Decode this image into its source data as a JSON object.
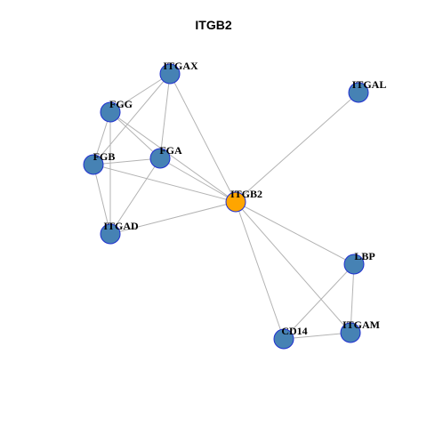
{
  "title": "ITGB2",
  "colors": {
    "node": "#4682b4",
    "hub": "#ffa500",
    "border": "#1f2fd0",
    "edge": "#b3b3b3"
  },
  "nodes": [
    {
      "id": "ITGAX",
      "label": "ITGAX",
      "hub": false
    },
    {
      "id": "ITGAL",
      "label": "ITGAL",
      "hub": false
    },
    {
      "id": "FGG",
      "label": "FGG",
      "hub": false
    },
    {
      "id": "FGA",
      "label": "FGA",
      "hub": false
    },
    {
      "id": "FGB",
      "label": "FGB",
      "hub": false
    },
    {
      "id": "ITGB2",
      "label": "ITGB2",
      "hub": true
    },
    {
      "id": "ITGAD",
      "label": "ITGAD",
      "hub": false
    },
    {
      "id": "LBP",
      "label": "LBP",
      "hub": false
    },
    {
      "id": "ITGAM",
      "label": "ITGAM",
      "hub": false
    },
    {
      "id": "CD14",
      "label": "CD14",
      "hub": false
    }
  ],
  "edges": [
    [
      "ITGAX",
      "FGG"
    ],
    [
      "ITGAX",
      "FGA"
    ],
    [
      "ITGAX",
      "FGB"
    ],
    [
      "ITGAX",
      "ITGB2"
    ],
    [
      "FGG",
      "FGA"
    ],
    [
      "FGG",
      "FGB"
    ],
    [
      "FGG",
      "ITGB2"
    ],
    [
      "FGG",
      "ITGAD"
    ],
    [
      "FGA",
      "FGB"
    ],
    [
      "FGA",
      "ITGB2"
    ],
    [
      "FGA",
      "ITGAD"
    ],
    [
      "FGB",
      "ITGB2"
    ],
    [
      "FGB",
      "ITGAD"
    ],
    [
      "ITGAD",
      "ITGB2"
    ],
    [
      "ITGAL",
      "ITGB2"
    ],
    [
      "ITGB2",
      "LBP"
    ],
    [
      "ITGB2",
      "ITGAM"
    ],
    [
      "ITGB2",
      "CD14"
    ],
    [
      "LBP",
      "CD14"
    ],
    [
      "LBP",
      "ITGAM"
    ],
    [
      "ITGAM",
      "CD14"
    ]
  ]
}
